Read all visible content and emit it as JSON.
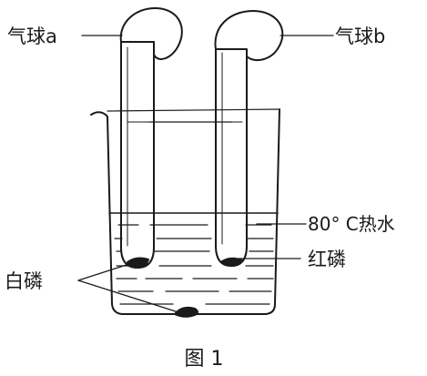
{
  "labels": {
    "balloon_a": "气球a",
    "balloon_b": "气球b",
    "hot_water": "80° C热水",
    "red_phosphorus": "红磷",
    "white_phosphorus": "白磷"
  },
  "caption": "图 1",
  "colors": {
    "ink": "#1a1a1a",
    "background": "#ffffff"
  }
}
